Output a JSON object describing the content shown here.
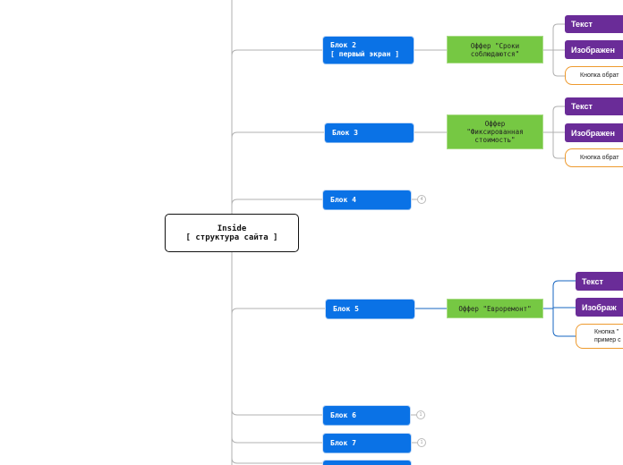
{
  "root": {
    "line1": "Inside",
    "line2": "[ структура сайта ]"
  },
  "blocks": {
    "b2": {
      "line1": "Блок 2",
      "line2": "[ первый экран ]"
    },
    "b3": "Блок 3",
    "b4": "Блок 4",
    "b5": "Блок 5",
    "b6": "Блок 6",
    "b7": "Блок 7"
  },
  "offers": {
    "o2": {
      "line1": "Оффер \"Сроки",
      "line2": "соблюдаются\""
    },
    "o3": {
      "line1": "Оффер",
      "line2": "\"Фиксированная",
      "line3": "стоимость\""
    },
    "o5": "Оффер \"Евроремонт\""
  },
  "children": {
    "b2_text": "Текст",
    "b2_image": "Изображен",
    "b2_button": "Кнопка обрат",
    "b3_text": "Текст",
    "b3_image": "Изображен",
    "b3_button": "Кнопка обрат",
    "b5_text": "Текст",
    "b5_image": "Изображ",
    "b5_button_line1": "Кнопка \"",
    "b5_button_line2": "пример с"
  },
  "badges": {
    "b4": "4",
    "b6": "1",
    "b7": "1"
  },
  "colors": {
    "blue": "#0a72e6",
    "green": "#76c843",
    "purple": "#6a2c98",
    "orange": "#ee9a2e",
    "connector": "#aaaaaa",
    "connector_blue": "#1565c0"
  }
}
